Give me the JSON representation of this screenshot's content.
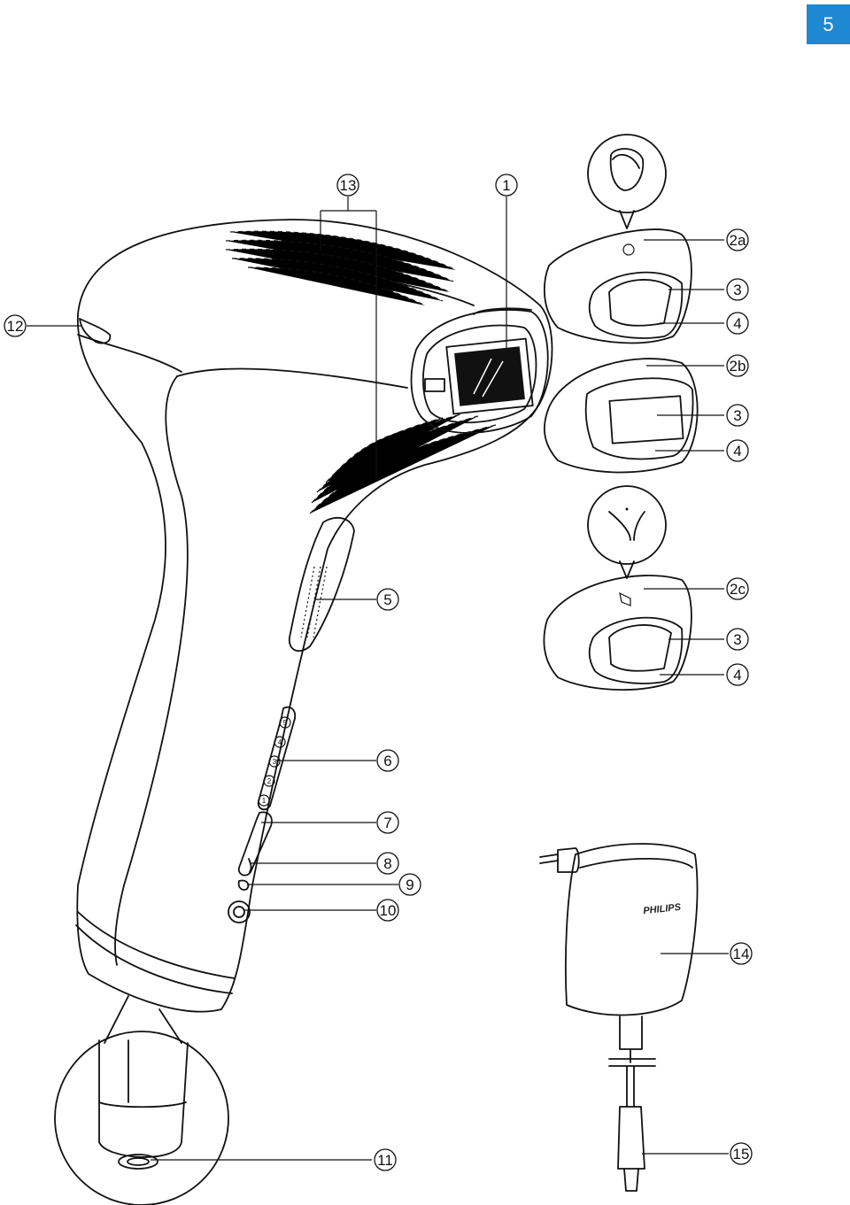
{
  "page": {
    "number": "5",
    "accent_color": "#1e88d2"
  },
  "adapter": {
    "brand": "PHILIPS"
  },
  "callouts": [
    {
      "id": "c1",
      "label": "1"
    },
    {
      "id": "c2a",
      "label": "2a"
    },
    {
      "id": "c3a",
      "label": "3"
    },
    {
      "id": "c4a",
      "label": "4"
    },
    {
      "id": "c2b",
      "label": "2b"
    },
    {
      "id": "c3b",
      "label": "3"
    },
    {
      "id": "c4b",
      "label": "4"
    },
    {
      "id": "c2c",
      "label": "2c"
    },
    {
      "id": "c3c",
      "label": "3"
    },
    {
      "id": "c4c",
      "label": "4"
    },
    {
      "id": "c5",
      "label": "5"
    },
    {
      "id": "c6",
      "label": "6"
    },
    {
      "id": "c7",
      "label": "7"
    },
    {
      "id": "c8",
      "label": "8"
    },
    {
      "id": "c9",
      "label": "9"
    },
    {
      "id": "c10",
      "label": "10"
    },
    {
      "id": "c11",
      "label": "11"
    },
    {
      "id": "c12",
      "label": "12"
    },
    {
      "id": "c13",
      "label": "13"
    },
    {
      "id": "c14",
      "label": "14"
    },
    {
      "id": "c15",
      "label": "15"
    }
  ],
  "intensity_levels": [
    "5",
    "4",
    "3",
    "2",
    "1"
  ]
}
